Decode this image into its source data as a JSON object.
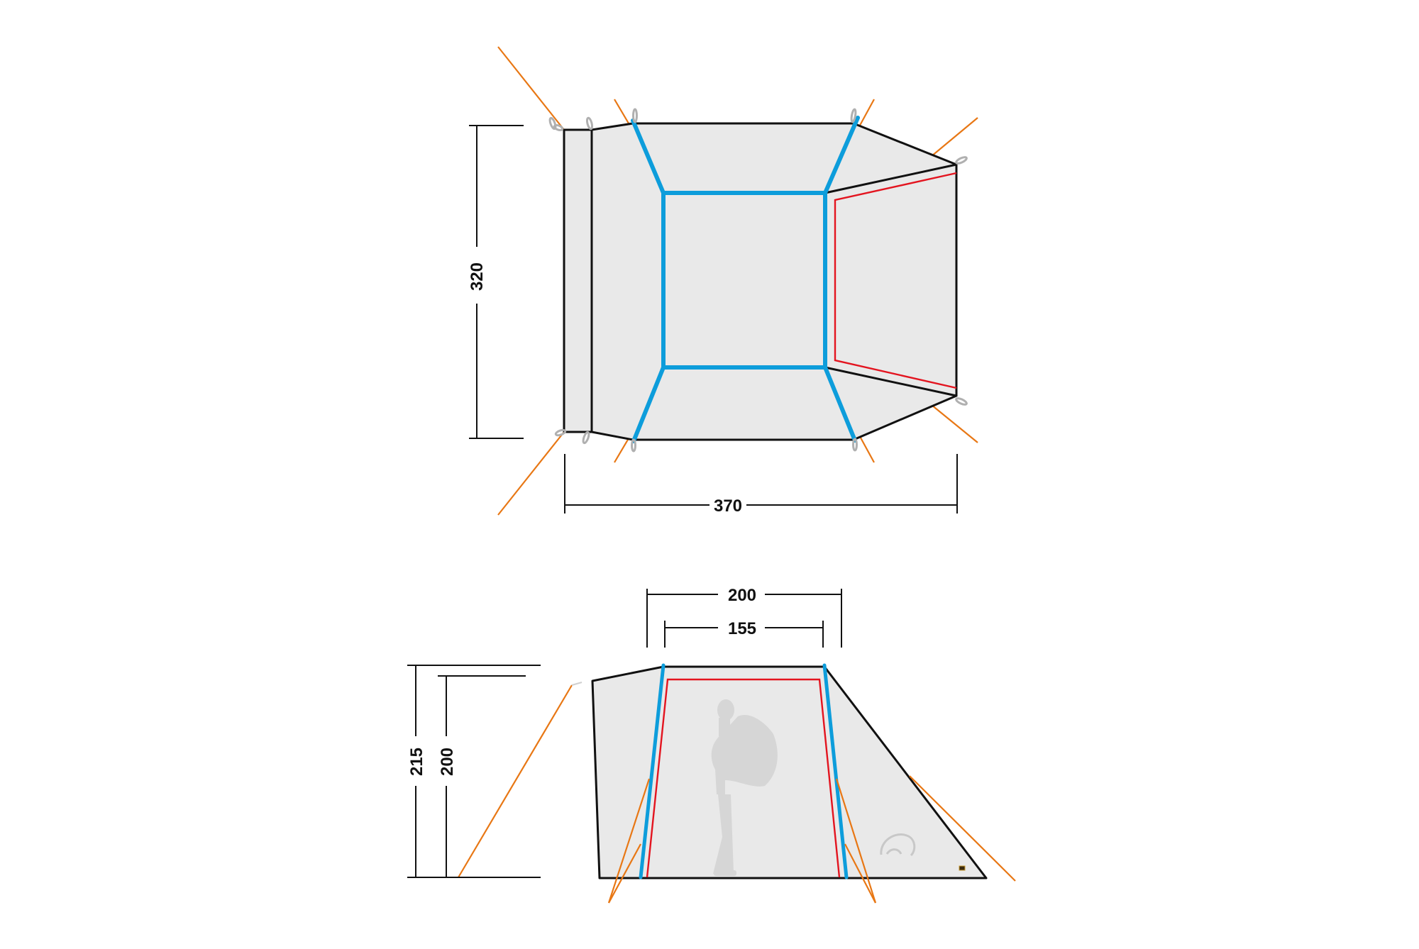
{
  "diagram": {
    "subject": "Tent floor plan and side elevation with dimensions (cm)",
    "colors": {
      "outline": "#111111",
      "fabric": "#e9e9e9",
      "pole": "#0d9ddb",
      "door": "#e3141f",
      "guyline": "#e87714",
      "peg": "#b0b0b0",
      "silhouette": "#d6d6d6"
    },
    "top_view": {
      "name": "Floor plan (top view)",
      "dimensions": {
        "depth": "320",
        "length": "370"
      }
    },
    "side_view": {
      "name": "Side elevation",
      "dimensions": {
        "top_outer_width": "200",
        "top_inner_width": "155",
        "outer_height": "215",
        "inner_height": "200"
      },
      "figure": "person-with-backpack-silhouette",
      "logo": "brand-animal-logo"
    }
  }
}
